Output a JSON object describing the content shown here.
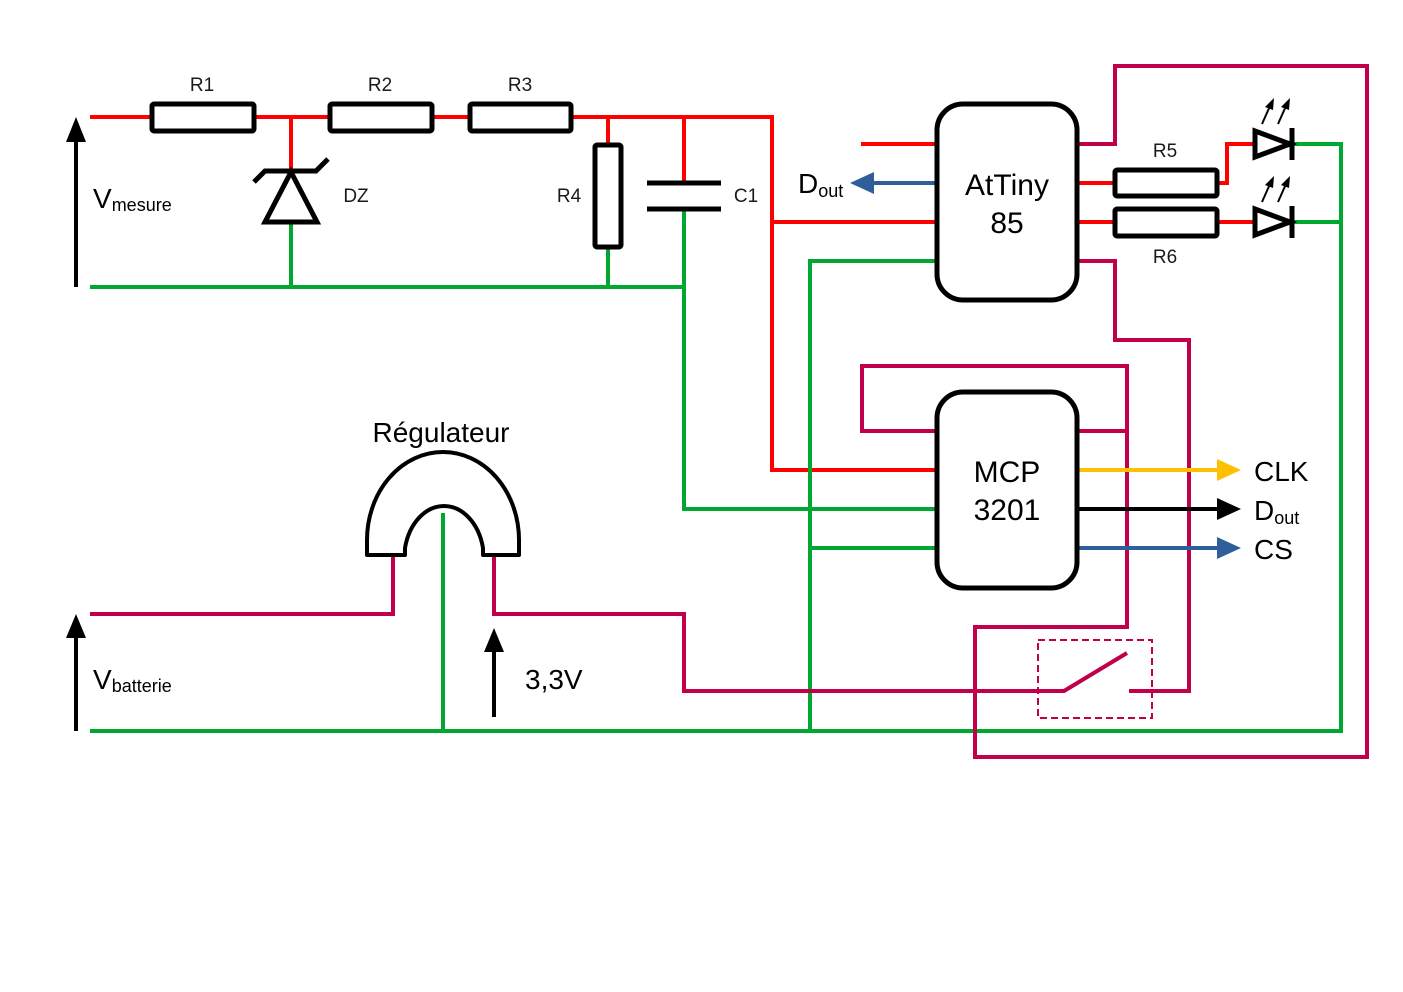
{
  "diagram": {
    "title": "Circuit schematic - AtTiny85 / MCP3201 voltage measurement",
    "labels": {
      "v_mesure_main": "V",
      "v_mesure_sub": "mesure",
      "v_batterie_main": "V",
      "v_batterie_sub": "batterie",
      "r1": "R1",
      "r2": "R2",
      "r3": "R3",
      "r4": "R4",
      "r5": "R5",
      "r6": "R6",
      "dz": "DZ",
      "c1": "C1",
      "regulator": "Régulateur",
      "regulator_out_voltage": "3,3V",
      "attiny_line1": "AtTiny",
      "attiny_line2": "85",
      "mcp_line1": "MCP",
      "mcp_line2": "3201",
      "attiny_dout_main": "D",
      "attiny_dout_sub": "out",
      "clk": "CLK",
      "mcp_dout_main": "D",
      "mcp_dout_sub": "out",
      "cs": "CS"
    },
    "wire_colors": {
      "measure_net": "#ff0000",
      "ground": "#00a832",
      "supply_3v3": "#c0004a",
      "clk_signal": "#ffc000",
      "dout_signal": "#000000",
      "cs_signal": "#2e5f9a",
      "attiny_dout_signal": "#2e5f9a"
    },
    "components": [
      {
        "id": "R1",
        "type": "resistor"
      },
      {
        "id": "R2",
        "type": "resistor"
      },
      {
        "id": "R3",
        "type": "resistor"
      },
      {
        "id": "R4",
        "type": "resistor"
      },
      {
        "id": "DZ",
        "type": "zener-diode"
      },
      {
        "id": "C1",
        "type": "capacitor"
      },
      {
        "id": "AtTiny85",
        "type": "microcontroller"
      },
      {
        "id": "MCP3201",
        "type": "adc"
      },
      {
        "id": "R5",
        "type": "resistor"
      },
      {
        "id": "R6",
        "type": "resistor"
      },
      {
        "id": "LED1",
        "type": "led"
      },
      {
        "id": "LED2",
        "type": "led"
      },
      {
        "id": "Regulateur",
        "type": "voltage-regulator"
      },
      {
        "id": "SW",
        "type": "switch"
      }
    ]
  }
}
